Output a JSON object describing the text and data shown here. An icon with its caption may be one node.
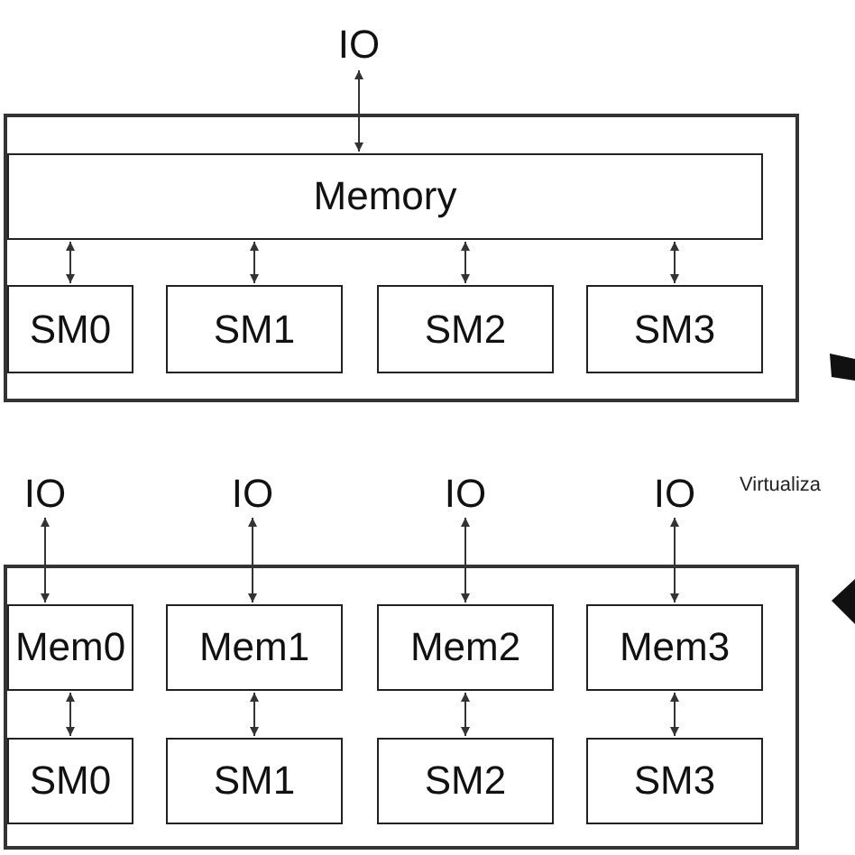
{
  "diagram": {
    "nodes": [
      {
        "text": [
          "IO"
        ]
      },
      {
        "text": [],
        "shape": "box"
      },
      {
        "text": [
          "Memory"
        ],
        "in": 1
      },
      {
        "text": [
          "SM0"
        ],
        "in": 1
      },
      {
        "text": [
          "SM1"
        ],
        "in": 1
      },
      {
        "text": [
          "SM2"
        ],
        "in": 1
      },
      {
        "text": [
          "SM3"
        ],
        "in": 1
      },
      {
        "text": [
          "IO"
        ]
      },
      {
        "text": [
          "IO"
        ]
      },
      {
        "text": [
          "IO"
        ]
      },
      {
        "text": [
          "IO"
        ]
      },
      {
        "text": [],
        "shape": "box"
      },
      {
        "text": [
          "Mem0"
        ],
        "in": 11
      },
      {
        "text": [
          "Mem1"
        ],
        "in": 11
      },
      {
        "text": [
          "Mem2"
        ],
        "in": 11
      },
      {
        "text": [
          "Mem3"
        ],
        "in": 11
      },
      {
        "text": [
          "SM0"
        ],
        "in": 11
      },
      {
        "text": [
          "SM1"
        ],
        "in": 11
      },
      {
        "text": [
          "SM2"
        ],
        "in": 11
      },
      {
        "text": [
          "SM3"
        ],
        "in": 11
      }
    ],
    "edges": [
      {
        "from": 0,
        "to": 2,
        "arrow": "both"
      },
      {
        "from": 2,
        "to": 3,
        "arrow": "both"
      },
      {
        "from": 2,
        "to": 4,
        "arrow": "both"
      },
      {
        "from": 2,
        "to": 5,
        "arrow": "both"
      },
      {
        "from": 2,
        "to": 6,
        "arrow": "both"
      },
      {
        "from": 7,
        "to": 12,
        "arrow": "both"
      },
      {
        "from": 8,
        "to": 13,
        "arrow": "both"
      },
      {
        "from": 9,
        "to": 14,
        "arrow": "both"
      },
      {
        "from": 10,
        "to": 15,
        "arrow": "both"
      },
      {
        "from": 12,
        "to": 16,
        "arrow": "both"
      },
      {
        "from": 13,
        "to": 17,
        "arrow": "both"
      },
      {
        "from": 14,
        "to": 18,
        "arrow": "both"
      },
      {
        "from": 15,
        "to": 19,
        "arrow": "both"
      }
    ],
    "labels": [
      "Virtualiza"
    ]
  }
}
